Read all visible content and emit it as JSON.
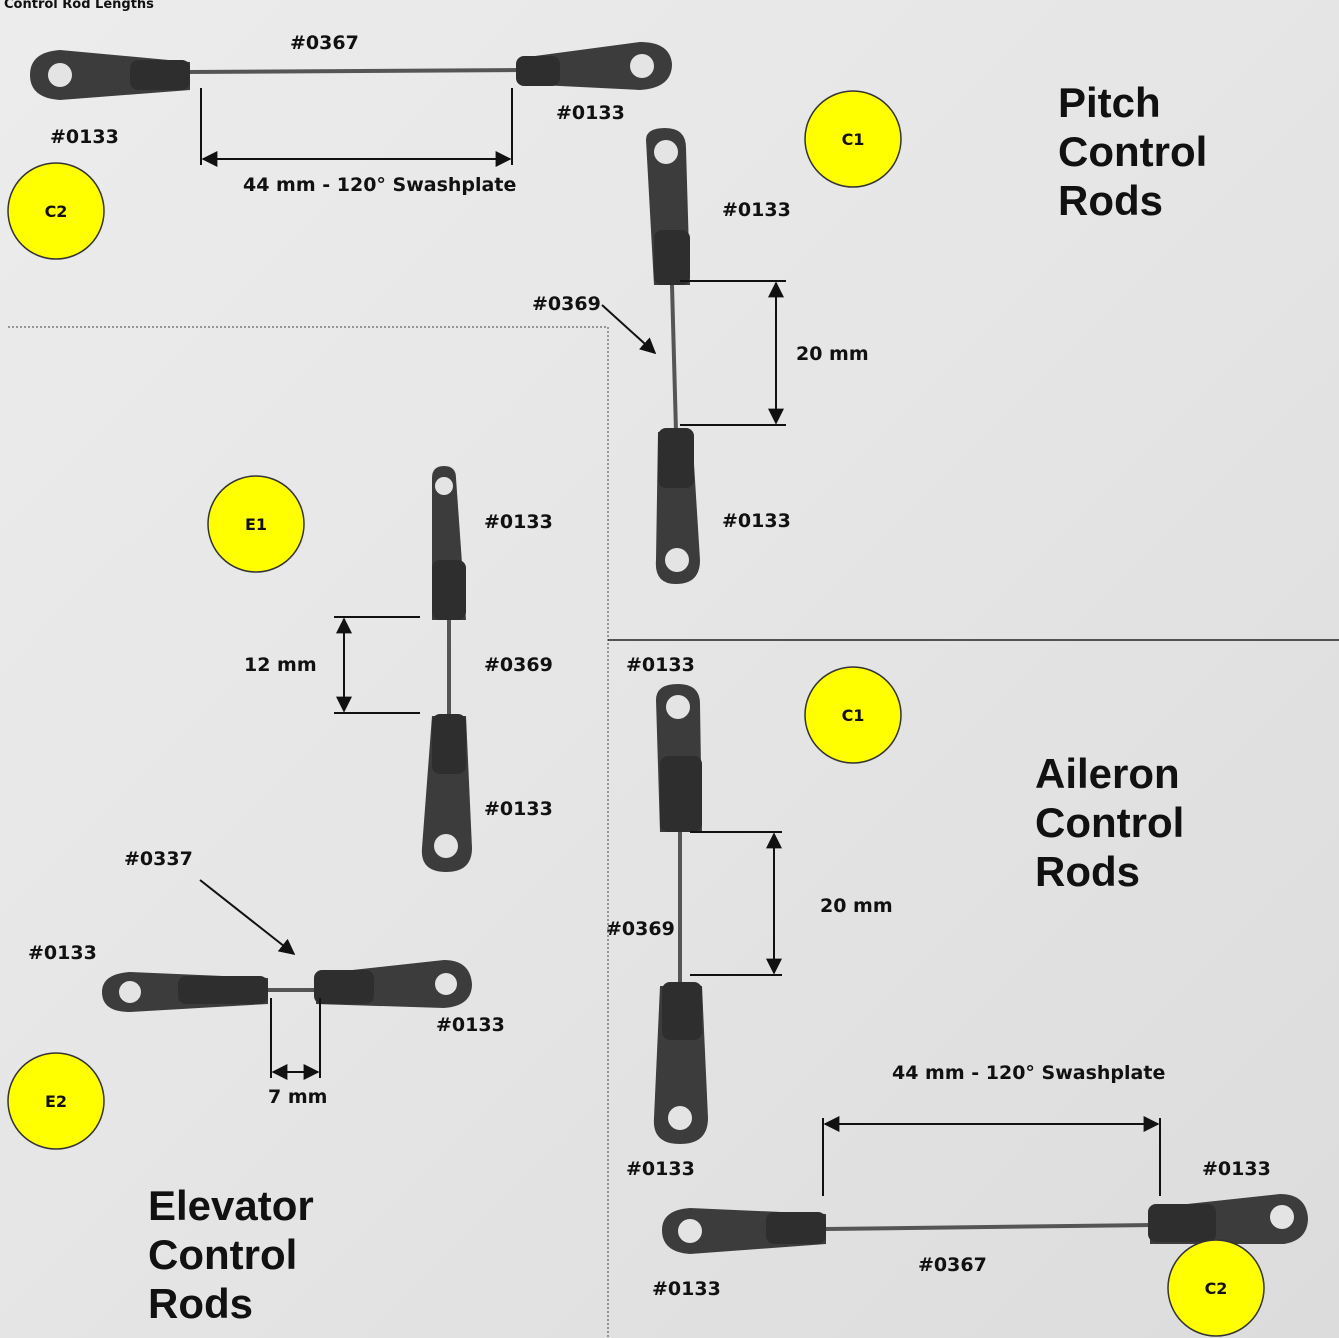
{
  "top_caption": "Control Rod Lengths",
  "sections": {
    "pitch": {
      "title_lines": [
        "Pitch",
        "Control",
        "Rods"
      ]
    },
    "aileron": {
      "title_lines": [
        "Aileron",
        "Control",
        "Rods"
      ]
    },
    "elevator": {
      "title_lines": [
        "Elevator",
        "Control",
        "Rods"
      ]
    }
  },
  "badges": {
    "c2_top": "C2",
    "c1_pitch": "C1",
    "e1": "E1",
    "c1_aileron": "C1",
    "e2": "E2",
    "c2_bottom": "C2"
  },
  "labels": {
    "top_rod_0367": "#0367",
    "top_left_0133": "#0133",
    "top_right_0133": "#0133",
    "top_dimension": "44 mm - 120° Swashplate",
    "pitch_top_0133": "#0133",
    "pitch_0369": "#0369",
    "pitch_dimension": "20 mm",
    "pitch_bottom_0133": "#0133",
    "e1_top_0133": "#0133",
    "e1_0369": "#0369",
    "e1_dimension": "12 mm",
    "e1_bottom_0133": "#0133",
    "e2_0337": "#0337",
    "e2_left_0133": "#0133",
    "e2_right_0133": "#0133",
    "e2_dimension": "7 mm",
    "ail_top_0133": "#0133",
    "ail_0369": "#0369",
    "ail_dimension": "20 mm",
    "ail_bottom_0133": "#0133",
    "bottom_dimension": "44 mm - 120° Swashplate",
    "bottom_right_0133": "#0133",
    "bottom_rod_0367": "#0367",
    "bottom_left_0133": "#0133"
  },
  "colors": {
    "badge_fill": "#ffff00",
    "badge_stroke": "#333333",
    "background": "#e8e8e8"
  }
}
